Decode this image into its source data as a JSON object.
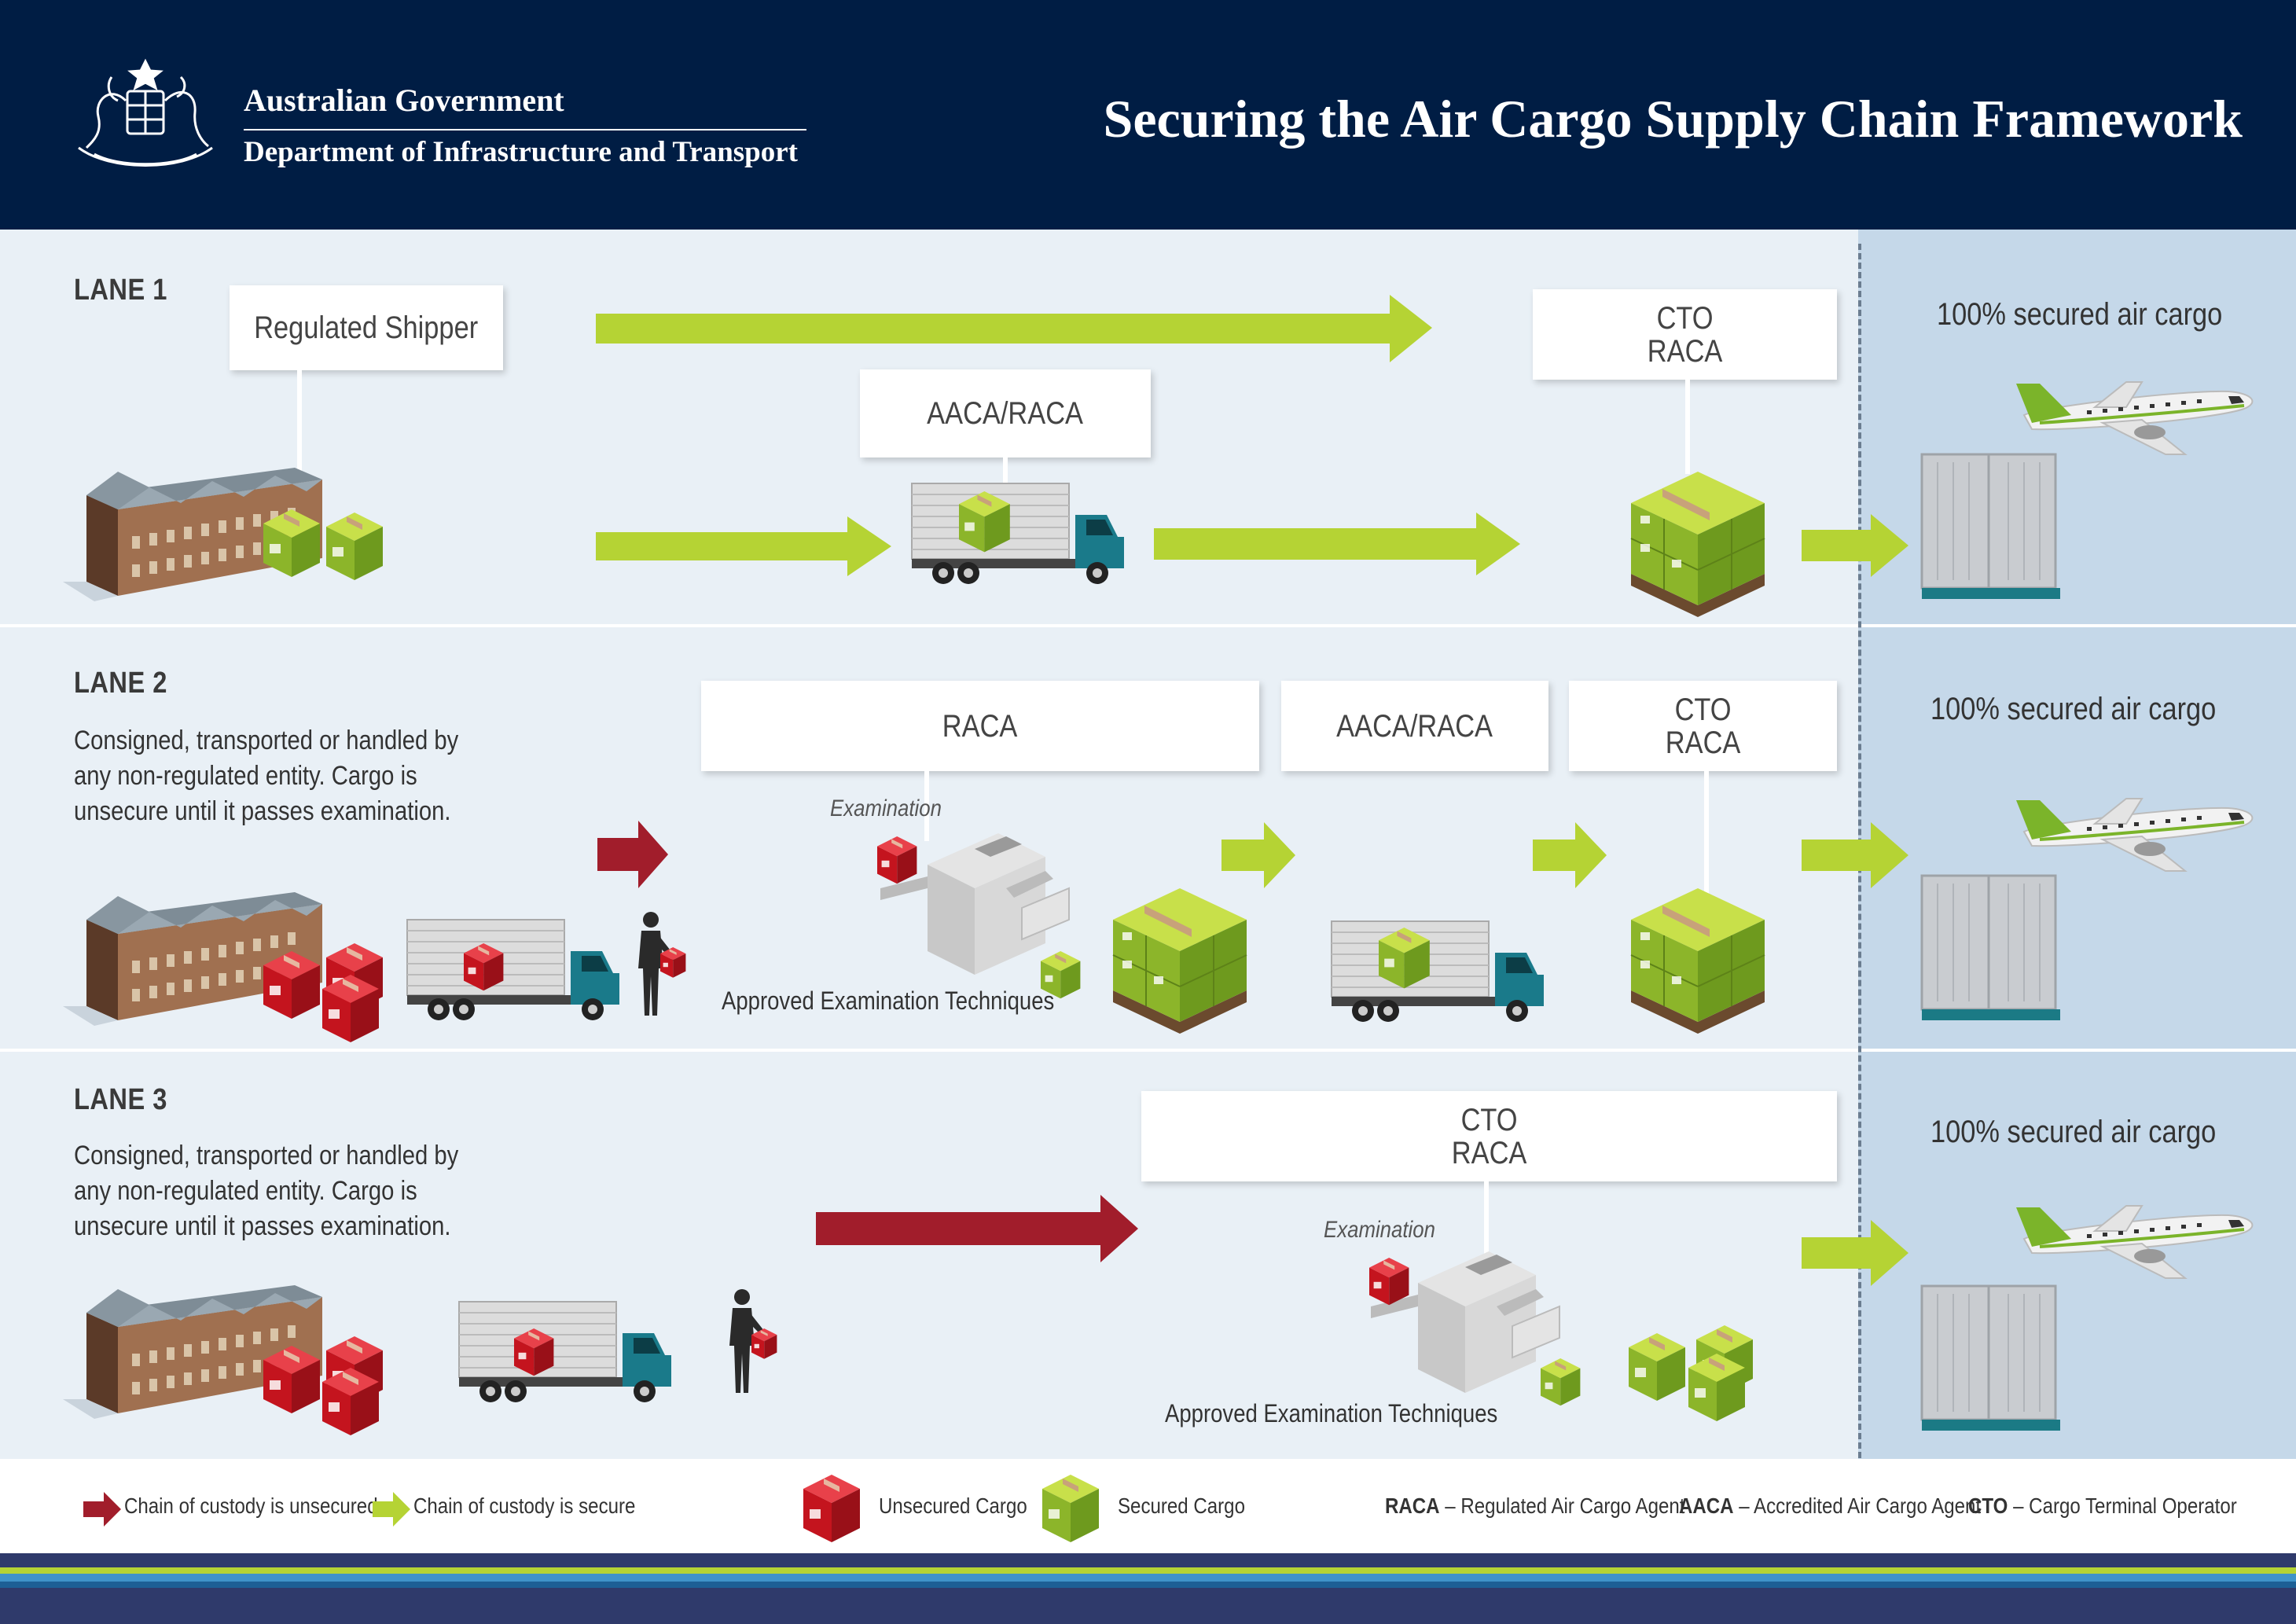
{
  "header": {
    "gov_name": "Australian Government",
    "department": "Department of Infrastructure and Transport",
    "title": "Securing the Air Cargo Supply Chain Framework"
  },
  "lanes": [
    {
      "title": "LANE 1",
      "description": "",
      "boxes": [
        "Regulated Shipper",
        "AACA/RACA",
        "CTO\nRACA"
      ],
      "secured_label": "100% secured air cargo"
    },
    {
      "title": "LANE 2",
      "description": "Consigned, transported or handled by any non-regulated entity. Cargo is unsecure until it passes examination.",
      "boxes": [
        "RACA",
        "AACA/RACA",
        "CTO\nRACA"
      ],
      "exam_label": "Examination",
      "techniques_label": "Approved Examination Techniques",
      "secured_label": "100% secured air cargo"
    },
    {
      "title": "LANE 3",
      "description": "Consigned, transported or handled by any non-regulated entity. Cargo is unsecure until it passes examination.",
      "boxes": [
        "CTO\nRACA"
      ],
      "exam_label": "Examination",
      "techniques_label": "Approved Examination Techniques",
      "secured_label": "100% secured air cargo"
    }
  ],
  "legend": {
    "unsecured_chain": "Chain of custody is unsecured",
    "secure_chain": "Chain of custody is secure",
    "unsecured_cargo": "Unsecured Cargo",
    "secured_cargo": "Secured Cargo",
    "raca_abbr": "RACA",
    "raca_def": " – Regulated Air Cargo Agent",
    "aaca_abbr": "AACA",
    "aaca_def": " – Accredited Air Cargo Agent",
    "cto_abbr": "CTO",
    "cto_def": " – Cargo Terminal Operator"
  },
  "colors": {
    "navy": "#001d44",
    "secure_green": "#b5d334",
    "unsecure_red": "#a11d2b",
    "lane_bg": "#e9f0f6",
    "secured_zone_bg": "#c5d8e9"
  },
  "icons": [
    "coat-of-arms-icon",
    "warehouse-icon",
    "truck-icon",
    "person-icon",
    "xray-scanner-icon",
    "pallet-icon",
    "container-icon",
    "airplane-icon"
  ]
}
